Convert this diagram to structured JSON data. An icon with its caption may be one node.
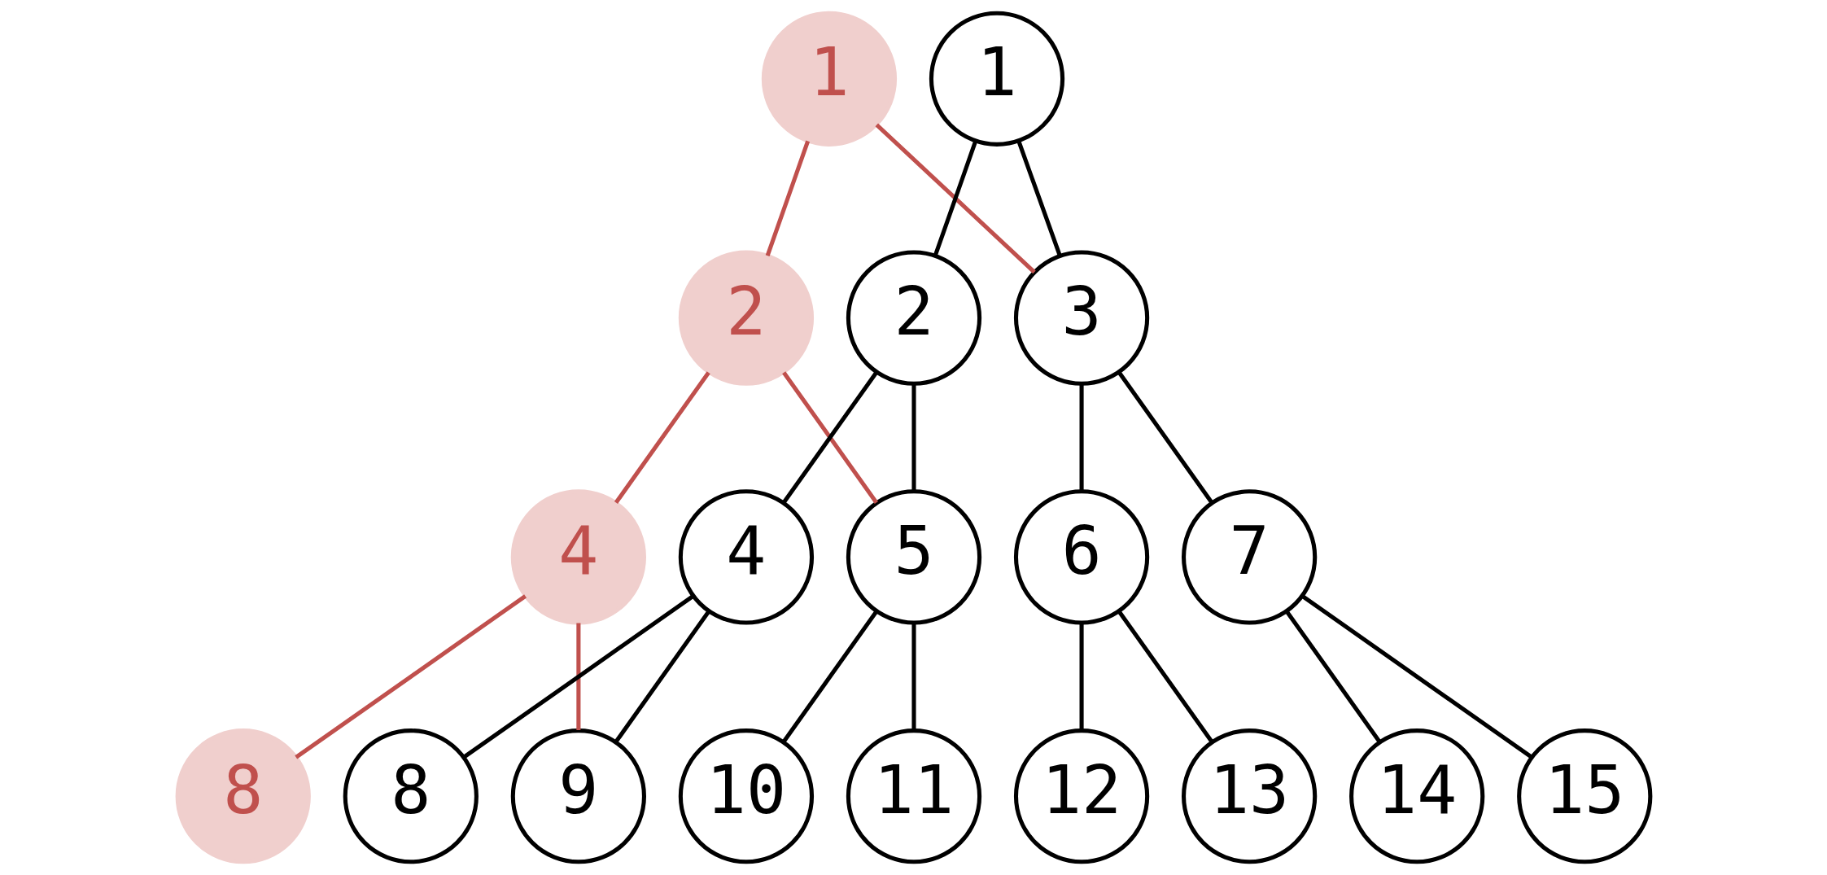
{
  "diagram": {
    "nodes": [
      {
        "text": [
          "1"
        ]
      },
      {
        "text": [
          "1"
        ]
      },
      {
        "text": [
          "2"
        ]
      },
      {
        "text": [
          "2"
        ]
      },
      {
        "text": [
          "3"
        ]
      },
      {
        "text": [
          "4"
        ]
      },
      {
        "text": [
          "4"
        ]
      },
      {
        "text": [
          "5"
        ]
      },
      {
        "text": [
          "6"
        ]
      },
      {
        "text": [
          "7"
        ]
      },
      {
        "text": [
          "8"
        ]
      },
      {
        "text": [
          "8"
        ]
      },
      {
        "text": [
          "9"
        ]
      },
      {
        "text": [
          "10"
        ]
      },
      {
        "text": [
          "11"
        ]
      },
      {
        "text": [
          "12"
        ]
      },
      {
        "text": [
          "13"
        ]
      },
      {
        "text": [
          "14"
        ]
      },
      {
        "text": [
          "15"
        ]
      }
    ],
    "edges": [
      {
        "from": 1,
        "to": 3,
        "arrow": "none"
      },
      {
        "from": 1,
        "to": 4,
        "arrow": "none"
      },
      {
        "from": 3,
        "to": 6,
        "arrow": "none"
      },
      {
        "from": 3,
        "to": 7,
        "arrow": "none"
      },
      {
        "from": 4,
        "to": 8,
        "arrow": "none"
      },
      {
        "from": 4,
        "to": 9,
        "arrow": "none"
      },
      {
        "from": 6,
        "to": 11,
        "arrow": "none"
      },
      {
        "from": 6,
        "to": 12,
        "arrow": "none"
      },
      {
        "from": 7,
        "to": 13,
        "arrow": "none"
      },
      {
        "from": 7,
        "to": 14,
        "arrow": "none"
      },
      {
        "from": 8,
        "to": 15,
        "arrow": "none"
      },
      {
        "from": 8,
        "to": 16,
        "arrow": "none"
      },
      {
        "from": 9,
        "to": 17,
        "arrow": "none"
      },
      {
        "from": 9,
        "to": 18,
        "arrow": "none"
      },
      {
        "from": 0,
        "to": 2,
        "arrow": "none",
        "color": "#c0504d"
      },
      {
        "from": 0,
        "to": 4,
        "arrow": "none",
        "color": "#c0504d"
      },
      {
        "from": 2,
        "to": 5,
        "arrow": "none",
        "color": "#c0504d"
      },
      {
        "from": 2,
        "to": 7,
        "arrow": "none",
        "color": "#c0504d"
      },
      {
        "from": 5,
        "to": 10,
        "arrow": "none",
        "color": "#c0504d"
      },
      {
        "from": 5,
        "to": 12,
        "arrow": "none",
        "color": "#c0504d"
      }
    ]
  }
}
